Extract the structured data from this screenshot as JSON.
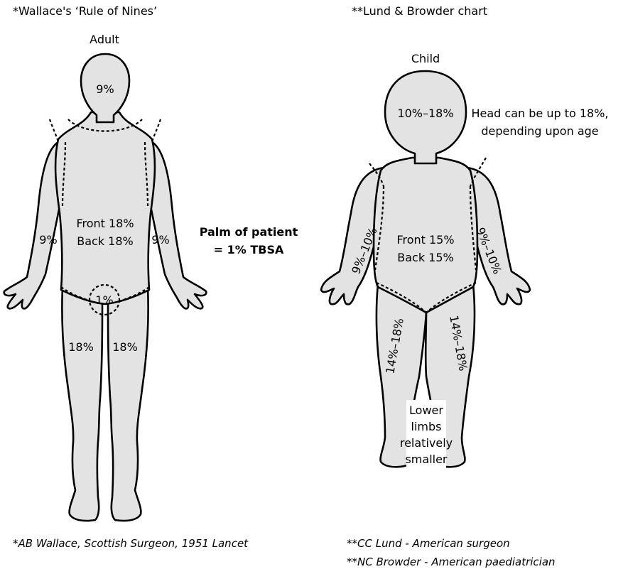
{
  "headers": {
    "left": "*Wallace's ‘Rule of Nines’",
    "right": "**Lund & Browder chart"
  },
  "adult": {
    "title": "Adult",
    "head": "9%",
    "trunk_front": "Front 18%",
    "trunk_back": "Back 18%",
    "left_arm": "9%",
    "right_arm": "9%",
    "groin": "1%",
    "left_leg": "18%",
    "right_leg": "18%"
  },
  "palm_note": {
    "line1": "Palm of patient",
    "line2": "= 1% TBSA"
  },
  "child": {
    "title": "Child",
    "head": "10%–18%",
    "head_note_line1": "Head can be up to 18%,",
    "head_note_line2": "depending upon age",
    "trunk_front": "Front 15%",
    "trunk_back": "Back 15%",
    "left_arm": "9%–10%",
    "right_arm": "9%–10%",
    "left_leg": "14%–18%",
    "right_leg": "14%–18%",
    "legs_note": [
      "Lower",
      "limbs",
      "relatively",
      "smaller"
    ]
  },
  "footnotes": {
    "left": "*AB Wallace, Scottish Surgeon, 1951 Lancet",
    "right_line1": "**CC Lund - American surgeon",
    "right_line2": "**NC Browder - American paediatrician"
  }
}
